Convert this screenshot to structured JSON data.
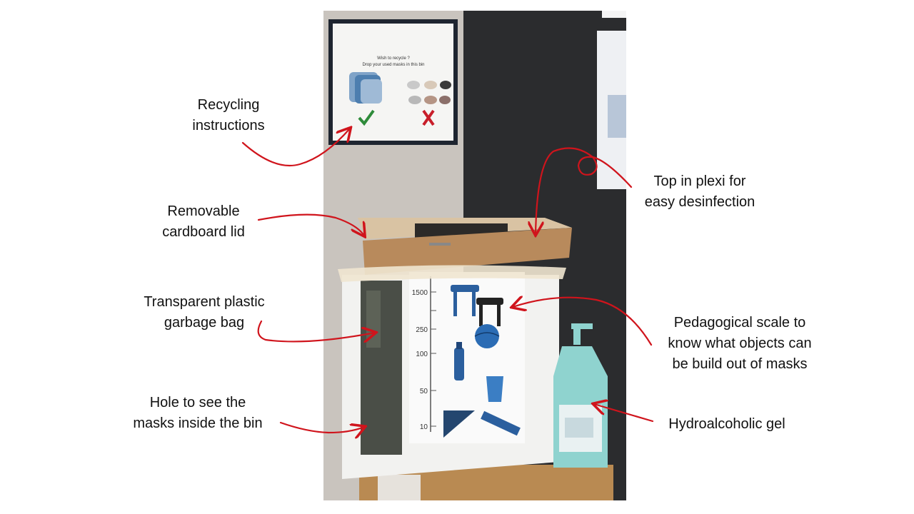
{
  "labels": {
    "recycling": [
      "Recycling",
      "instructions"
    ],
    "lid": [
      "Removable",
      "cardboard lid"
    ],
    "bag": [
      "Transparent plastic",
      "garbage bag"
    ],
    "hole": [
      "Hole to see the",
      "masks inside the bin"
    ],
    "plexi": [
      "Top in plexi for",
      "easy desinfection"
    ],
    "scale": [
      "Pedagogical scale to",
      "know what objects can",
      "be build out of masks"
    ],
    "gel": [
      "Hydroalcoholic gel"
    ]
  },
  "poster": {
    "title_line1": "Wish to recycle ?",
    "title_line2": "Drop your used masks in this bin"
  },
  "scale_ticks": [
    "1500",
    "250",
    "100",
    "50",
    "10"
  ],
  "colors": {
    "arrow": "#d0141c",
    "wall_light": "#c9c4be",
    "wall_dark": "#2b2c2e",
    "cardboard": "#b88a5c",
    "box": "#f2f2f0",
    "object_blue": "#2b5f9e",
    "gel": "#8fd3cf"
  }
}
